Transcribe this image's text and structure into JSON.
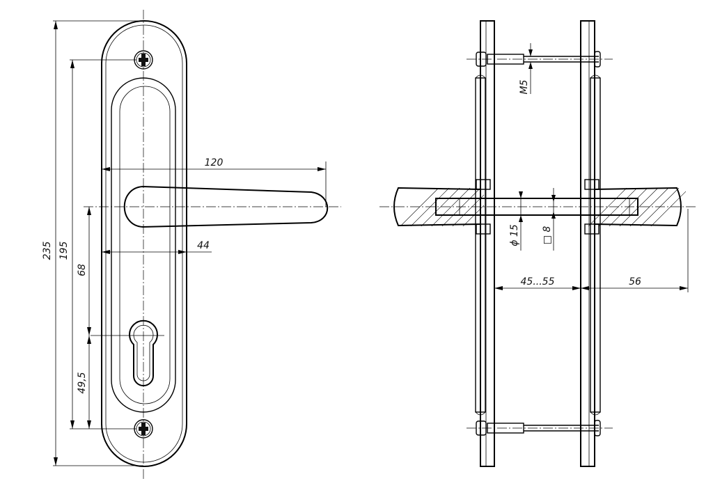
{
  "front_view": {
    "dimensions": {
      "overall_height": "235",
      "screw_spacing": "195",
      "handle_to_keyhole": "68",
      "keyhole_to_bottom_screw": "49,5",
      "handle_length": "120",
      "handle_offset": "44"
    }
  },
  "side_view": {
    "dimensions": {
      "screw_thread": "M5",
      "spindle_diameter": "ϕ 15",
      "spindle_square": "□ 8",
      "door_thickness": "45...55",
      "handle_projection": "56"
    }
  }
}
